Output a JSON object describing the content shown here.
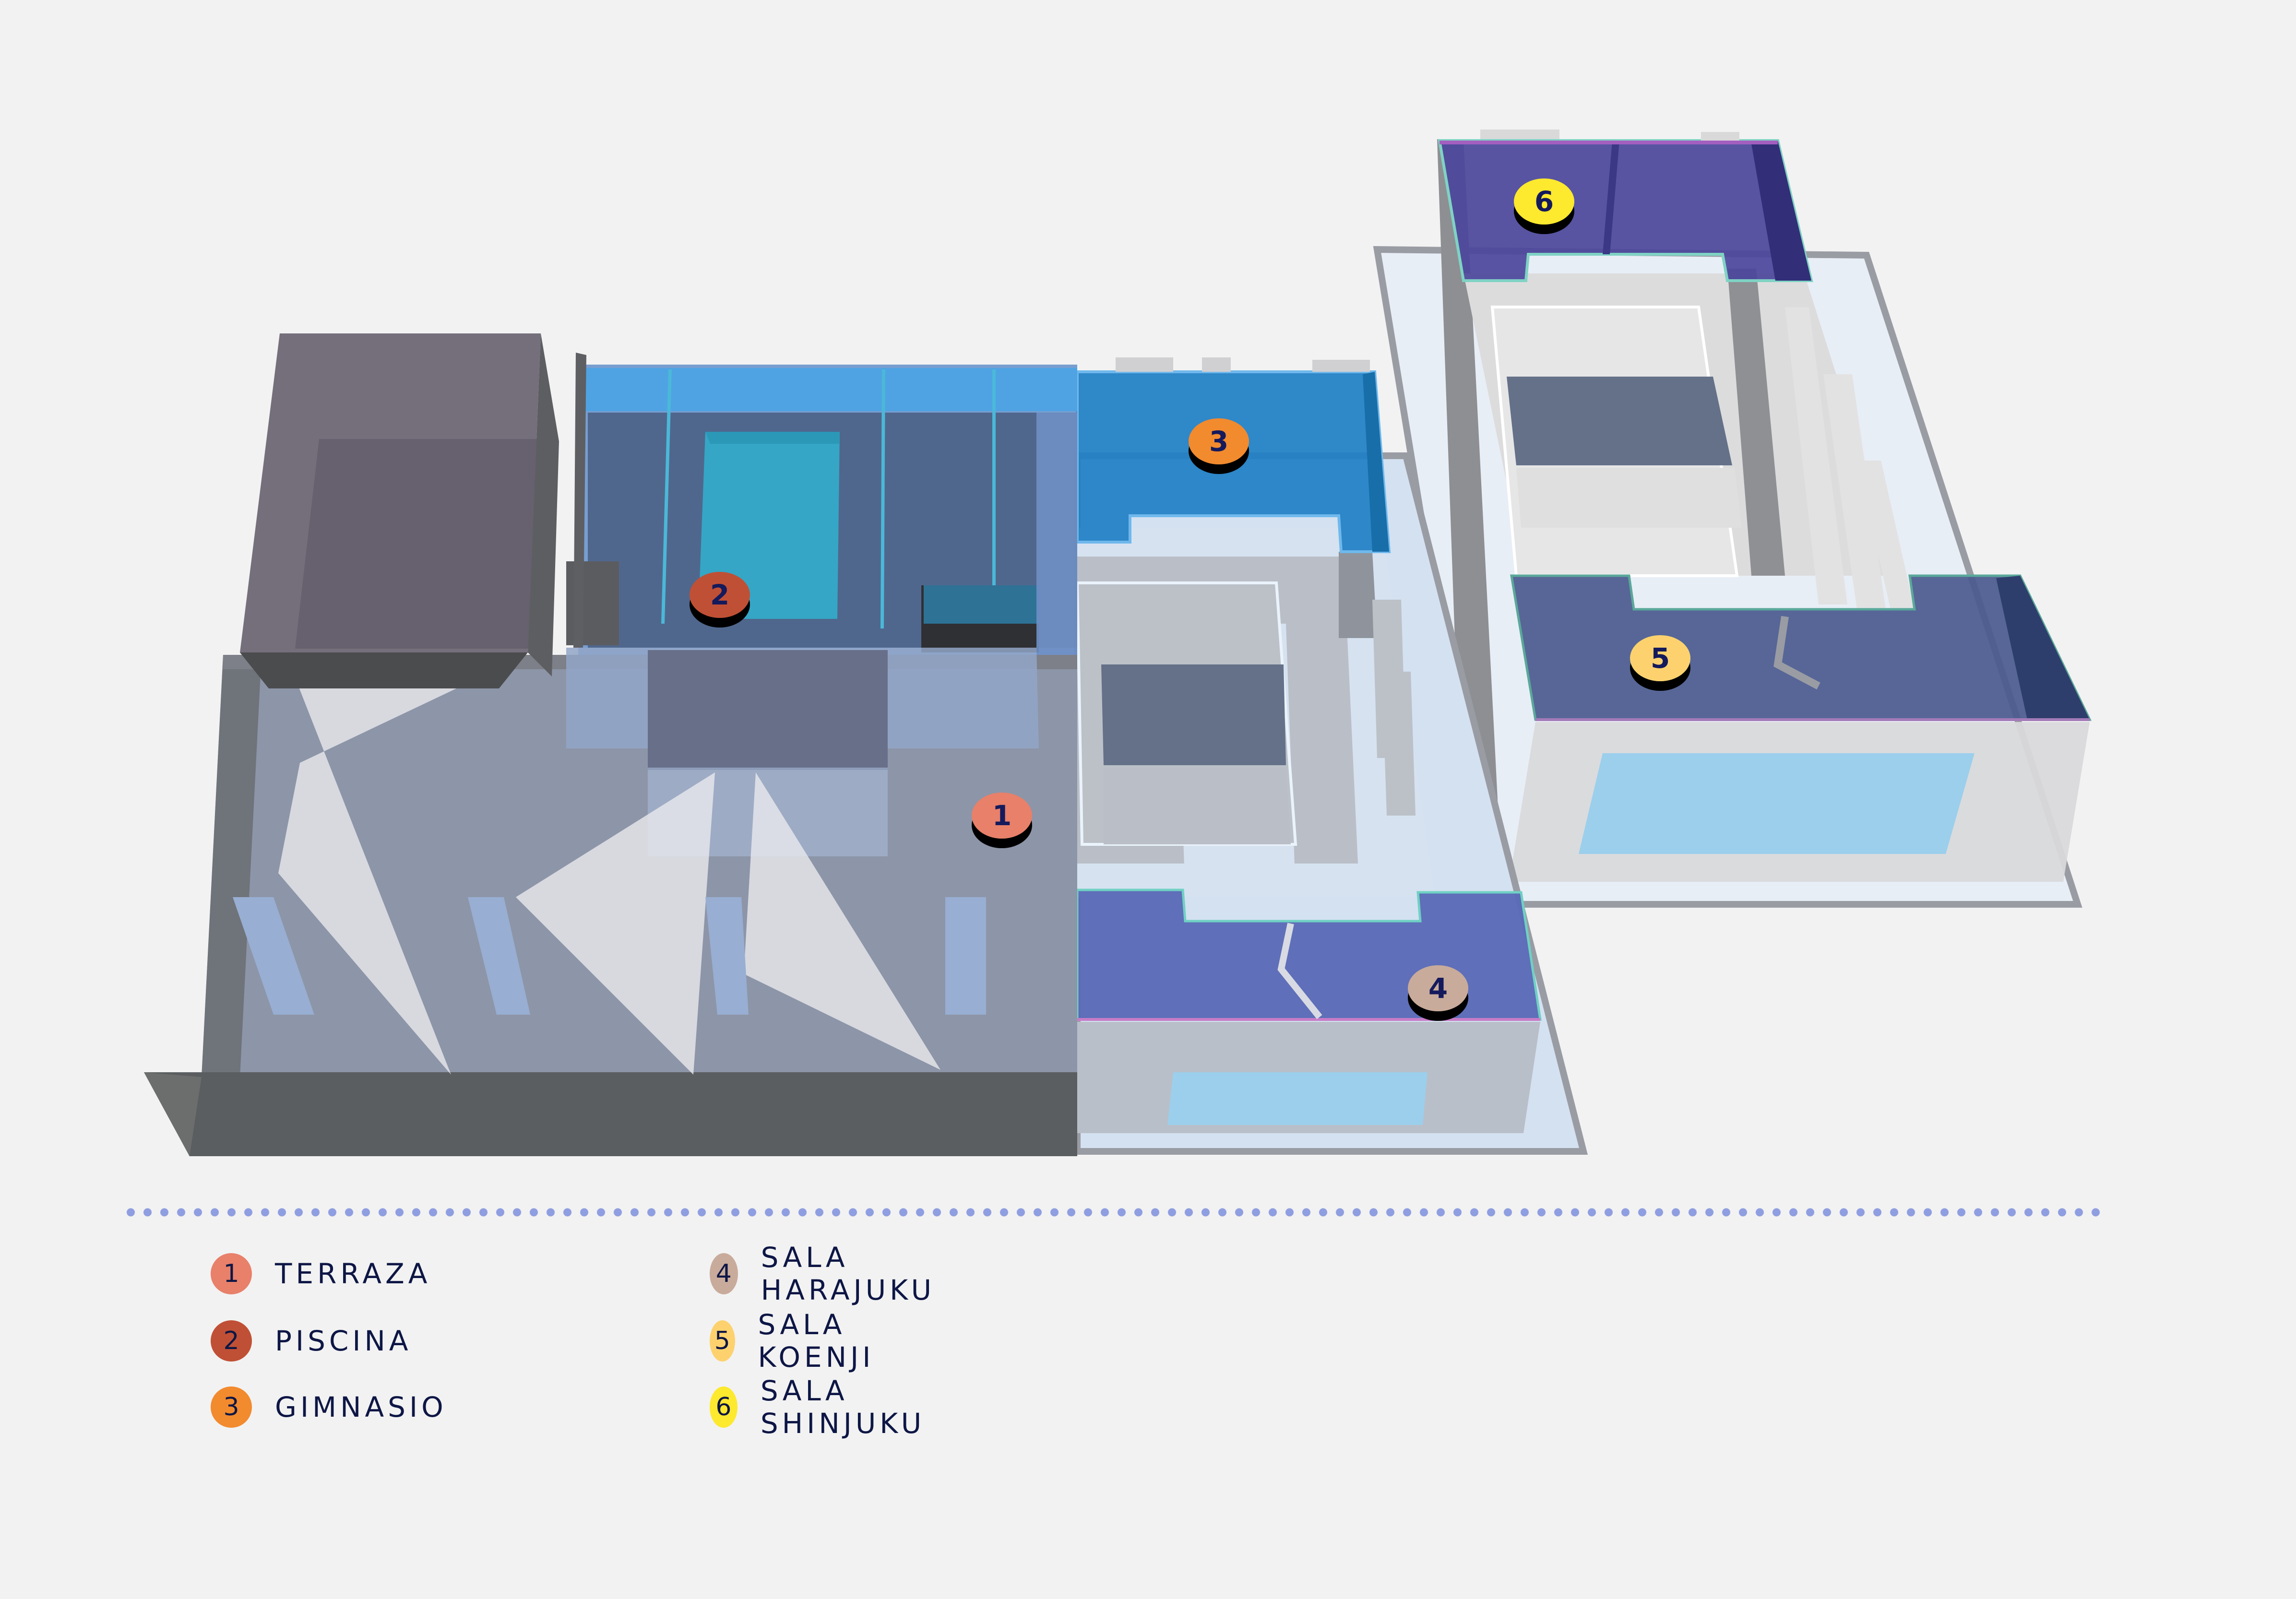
{
  "map": {
    "title": "",
    "markers": [
      {
        "id": "1",
        "label": "1",
        "name": "TERRAZA",
        "color": "#e8806a"
      },
      {
        "id": "2",
        "label": "2",
        "name": "PISCINA",
        "color": "#c05035"
      },
      {
        "id": "3",
        "label": "3",
        "name": "GIMNASIO",
        "color": "#f28a2e"
      },
      {
        "id": "4",
        "label": "4",
        "name": "SALA HARAJUKU",
        "color": "#c9ab9b"
      },
      {
        "id": "5",
        "label": "5",
        "name": "SALA KOENJI",
        "color": "#fdd26e"
      },
      {
        "id": "6",
        "label": "6",
        "name": "SALA SHINJUKU",
        "color": "#fde92d"
      }
    ]
  },
  "legend": {
    "items": [
      {
        "number": "1",
        "label": "TERRAZA",
        "color": "#e8806a"
      },
      {
        "number": "2",
        "label": "PISCINA",
        "color": "#c05035"
      },
      {
        "number": "3",
        "label": "GIMNASIO",
        "color": "#f28a2e"
      },
      {
        "number": "4",
        "label": "SALA HARAJUKU",
        "color": "#c9ab9b"
      },
      {
        "number": "5",
        "label": "SALA KOENJI",
        "color": "#fdd26e"
      },
      {
        "number": "6",
        "label": "SALA SHINJUKU",
        "color": "#fde92d"
      }
    ]
  }
}
